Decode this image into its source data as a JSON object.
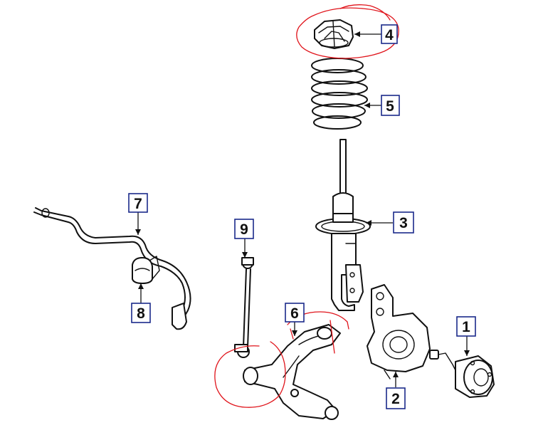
{
  "diagram": {
    "callouts": [
      {
        "id": "1",
        "label": "1"
      },
      {
        "id": "2",
        "label": "2"
      },
      {
        "id": "3",
        "label": "3"
      },
      {
        "id": "4",
        "label": "4"
      },
      {
        "id": "5",
        "label": "5"
      },
      {
        "id": "6",
        "label": "6"
      },
      {
        "id": "7",
        "label": "7"
      },
      {
        "id": "8",
        "label": "8"
      },
      {
        "id": "9",
        "label": "9"
      }
    ],
    "colors": {
      "line": "#111111",
      "callout_border": "#1a2a8a",
      "markup": "#e0141b",
      "background": "#ffffff"
    }
  }
}
